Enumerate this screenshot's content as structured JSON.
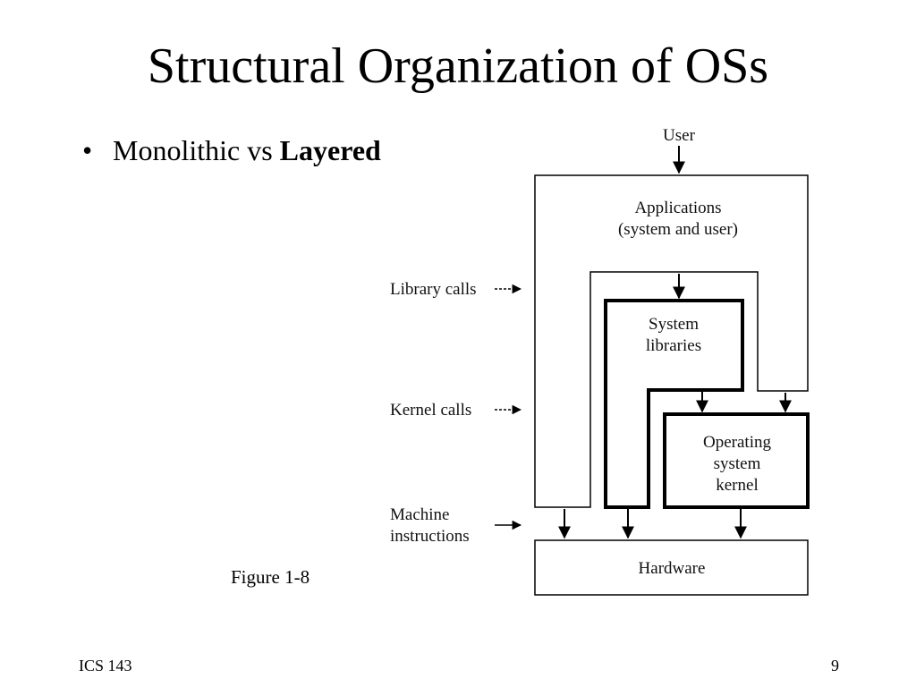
{
  "slide": {
    "title": "Structural Organization of OSs",
    "bullet_marker": "•",
    "bullet_text": "Monolithic vs ",
    "bullet_bold": "Layered",
    "figure_label": "Figure 1-8",
    "footer_left": "ICS 143",
    "page_number": "9"
  },
  "diagram": {
    "user": "User",
    "applications_line1": "Applications",
    "applications_line2": "(system and user)",
    "system_libraries_line1": "System",
    "system_libraries_line2": "libraries",
    "kernel_line1": "Operating",
    "kernel_line2": "system",
    "kernel_line3": "kernel",
    "hardware": "Hardware",
    "library_calls": "Library calls",
    "kernel_calls": "Kernel calls",
    "machine_instructions_line1": "Machine",
    "machine_instructions_line2": "instructions"
  }
}
